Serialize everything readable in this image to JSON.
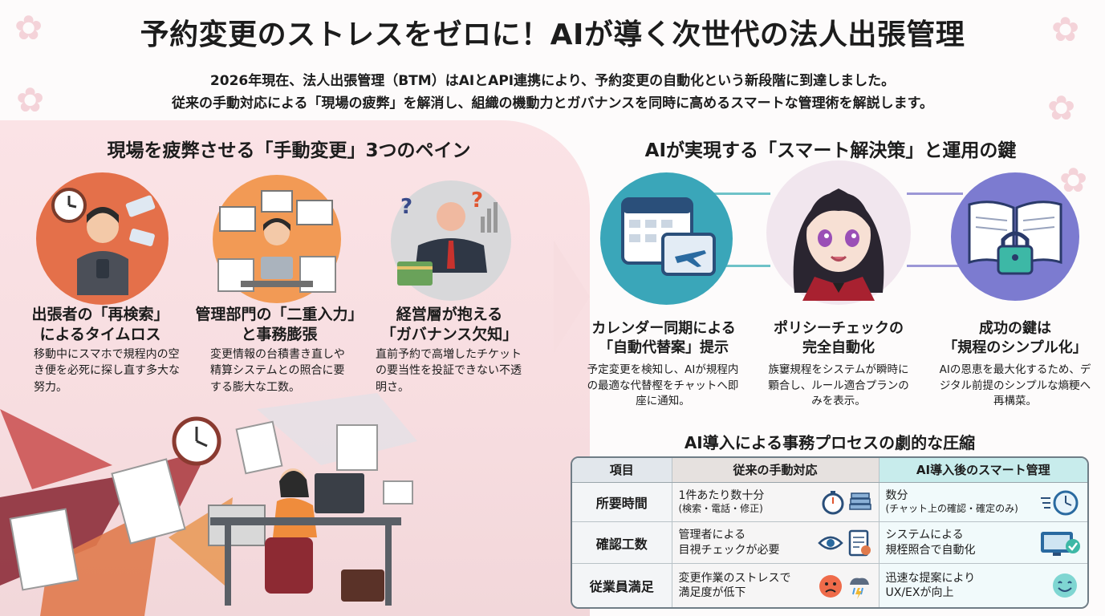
{
  "header": {
    "title": "予約変更のストレスをゼロに！AIが導く次世代の法人出張管理",
    "subtitle_line1": "2026年現在、法人出張管理（BTM）はAIとAPI連携により、予約変更の自動化という新段階に到達しました。",
    "subtitle_line2": "従来の手動対応による「現場の疲弊」を解消し、組織の機動力とガバナンスを同時に高めるスマートな管理術を解説します。"
  },
  "pains": {
    "section_title": "現場を疲弊させる「手動変更」3つのペイン",
    "items": [
      {
        "head1": "出張者の「再検索」",
        "head2": "によるタイムロス",
        "body": "移動中にスマホで規程内の空き便を必死に探し直す多大な努力。",
        "icon": "stressed-traveler-icon"
      },
      {
        "head1": "管理部門の「二重入力」",
        "head2": "と事務膨張",
        "body": "変更情報の台積書き直しや精算システムとの照合に要する膨大な工数。",
        "icon": "paperwork-admin-icon"
      },
      {
        "head1": "経営層が抱える",
        "head2": "「ガバナンス欠知」",
        "body": "直前予約で高増したチケットの要当性を投証できない不透明さ。",
        "icon": "confused-executive-icon"
      }
    ]
  },
  "solutions": {
    "section_title": "AIが実現する「スマート解決策」と運用の鍵",
    "items": [
      {
        "head1": "カレンダー同期による",
        "head2": "「自動代替案」提示",
        "body": "予定変更を検知し、AIが規程内の最適な代替樫をチャットへ即座に通知。",
        "icon": "calendar-flight-icon"
      },
      {
        "head1": "ポリシーチェックの",
        "head2": "完全自動化",
        "body": "族窶規程をシステムが瞬時に顆合し、ルール適合プランのみを表示。",
        "icon": "ai-assistant-avatar"
      },
      {
        "head1": "成功の鍵は",
        "head2": "「規程のシンプル化」",
        "body": "AIの恩恵を最大化するため、デジタル前提のシンプルな熵粳へ再構菜。",
        "icon": "rulebook-lock-icon"
      }
    ]
  },
  "comparison": {
    "title": "AI導入による事務プロセスの劇的な圧縮",
    "headers": [
      "項目",
      "従来の手動対応",
      "AI導入後のスマート管理"
    ],
    "rows": [
      {
        "item": "所要時間",
        "before1": "1件あたり数十分",
        "before2": "(検索・電話・修正)",
        "after1": "数分",
        "after2": "(チャット上の確認・確定のみ)",
        "before_icon": "stopwatch-icon",
        "after_icon": "clock-icon"
      },
      {
        "item": "確認工数",
        "before1": "管理者による",
        "before2": "目視チェックが必要",
        "after1": "システムによる",
        "after2": "規桎照合で自動化",
        "before_icon": "eye-check-icon",
        "after_icon": "monitor-check-icon"
      },
      {
        "item": "従業員満足",
        "before1": "変更作業のストレスで",
        "before2": "満足度が低下",
        "after1": "迅速な提案により",
        "after2": "UX/EXが向上",
        "before_icon": "angry-face-icon",
        "after_icon": "smile-face-icon"
      }
    ]
  },
  "colors": {
    "pink_bg": "#f7dde0",
    "teal_accent": "#6ec2c8",
    "dark_text": "#1c1c1c"
  }
}
